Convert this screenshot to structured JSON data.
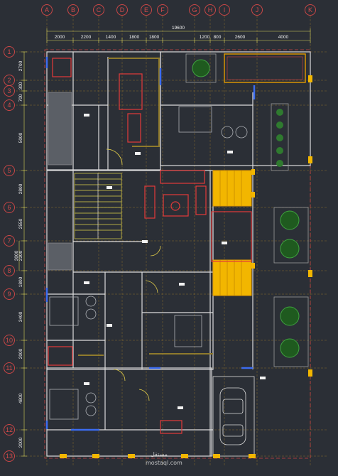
{
  "drawing": {
    "grid_columns": [
      "A",
      "B",
      "C",
      "D",
      "E",
      "F",
      "G",
      "H",
      "I",
      "J",
      "K"
    ],
    "grid_rows": [
      "1",
      "2",
      "3",
      "4",
      "5",
      "6",
      "7",
      "8",
      "9",
      "10",
      "11",
      "12",
      "13"
    ],
    "top_dimensions": [
      "2000",
      "2200",
      "1400",
      "1800",
      "1800",
      "1200",
      "800",
      "2600",
      "4000"
    ],
    "overall_dimension": "19600",
    "left_dimensions": [
      "2700",
      "300",
      "700",
      "5000",
      "2800",
      "2550",
      "3000",
      "2300",
      "1800",
      "3400",
      "2000",
      "4800",
      "2000"
    ],
    "watermark": {
      "brand": "مستقل",
      "url": "mostaql.com"
    }
  }
}
